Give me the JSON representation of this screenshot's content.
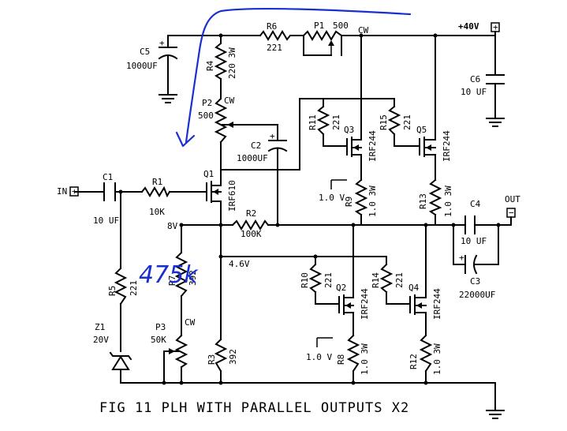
{
  "title": "FIG 11   PLH WITH PARALLEL OUTPUTS X2",
  "rail": "+40V",
  "input_label": "IN",
  "output_label": "OUT",
  "nodes": {
    "n8v": "8V",
    "n46v": "4.6V"
  },
  "annotations": {
    "v_q3q5": "1.0 V",
    "v_q2q4": "1.0 V",
    "handwritten": "475k"
  },
  "components": {
    "C1": {
      "name": "C1",
      "value": "10 UF"
    },
    "C2": {
      "name": "C2",
      "value": "1000UF"
    },
    "C3": {
      "name": "C3",
      "value": "22000UF"
    },
    "C4": {
      "name": "C4",
      "value": "10 UF"
    },
    "C5": {
      "name": "C5",
      "value": "1000UF"
    },
    "C6": {
      "name": "C6",
      "value": "10 UF"
    },
    "R1": {
      "name": "R1",
      "value": "10K"
    },
    "R2": {
      "name": "R2",
      "value": "100K"
    },
    "R3": {
      "name": "R3",
      "value": "392"
    },
    "R4": {
      "name": "R4",
      "value": "220 3W"
    },
    "R5": {
      "name": "R5",
      "value": "221"
    },
    "R6": {
      "name": "R6",
      "value": "221"
    },
    "R7": {
      "name": "R7",
      "value": "392"
    },
    "R8": {
      "name": "R8",
      "value": "1.0 3W"
    },
    "R9": {
      "name": "R9",
      "value": "1.0 3W"
    },
    "R10": {
      "name": "R10",
      "value": "221"
    },
    "R11": {
      "name": "R11",
      "value": "221"
    },
    "R12": {
      "name": "R12",
      "value": "1.0 3W"
    },
    "R13": {
      "name": "R13",
      "value": "1.0 3W"
    },
    "R14": {
      "name": "R14",
      "value": "221"
    },
    "R15": {
      "name": "R15",
      "value": "221"
    },
    "P1": {
      "name": "P1",
      "value": "500",
      "wiper": "CW"
    },
    "P2": {
      "name": "P2",
      "value": "500",
      "wiper": "CW"
    },
    "P3": {
      "name": "P3",
      "value": "50K",
      "wiper": "CW"
    },
    "Q1": {
      "name": "Q1",
      "part": "IRF610"
    },
    "Q2": {
      "name": "Q2",
      "part": "IRF244"
    },
    "Q3": {
      "name": "Q3",
      "part": "IRF244"
    },
    "Q4": {
      "name": "Q4",
      "part": "IRF244"
    },
    "Q5": {
      "name": "Q5",
      "part": "IRF244"
    },
    "Z1": {
      "name": "Z1",
      "value": "20V"
    }
  }
}
